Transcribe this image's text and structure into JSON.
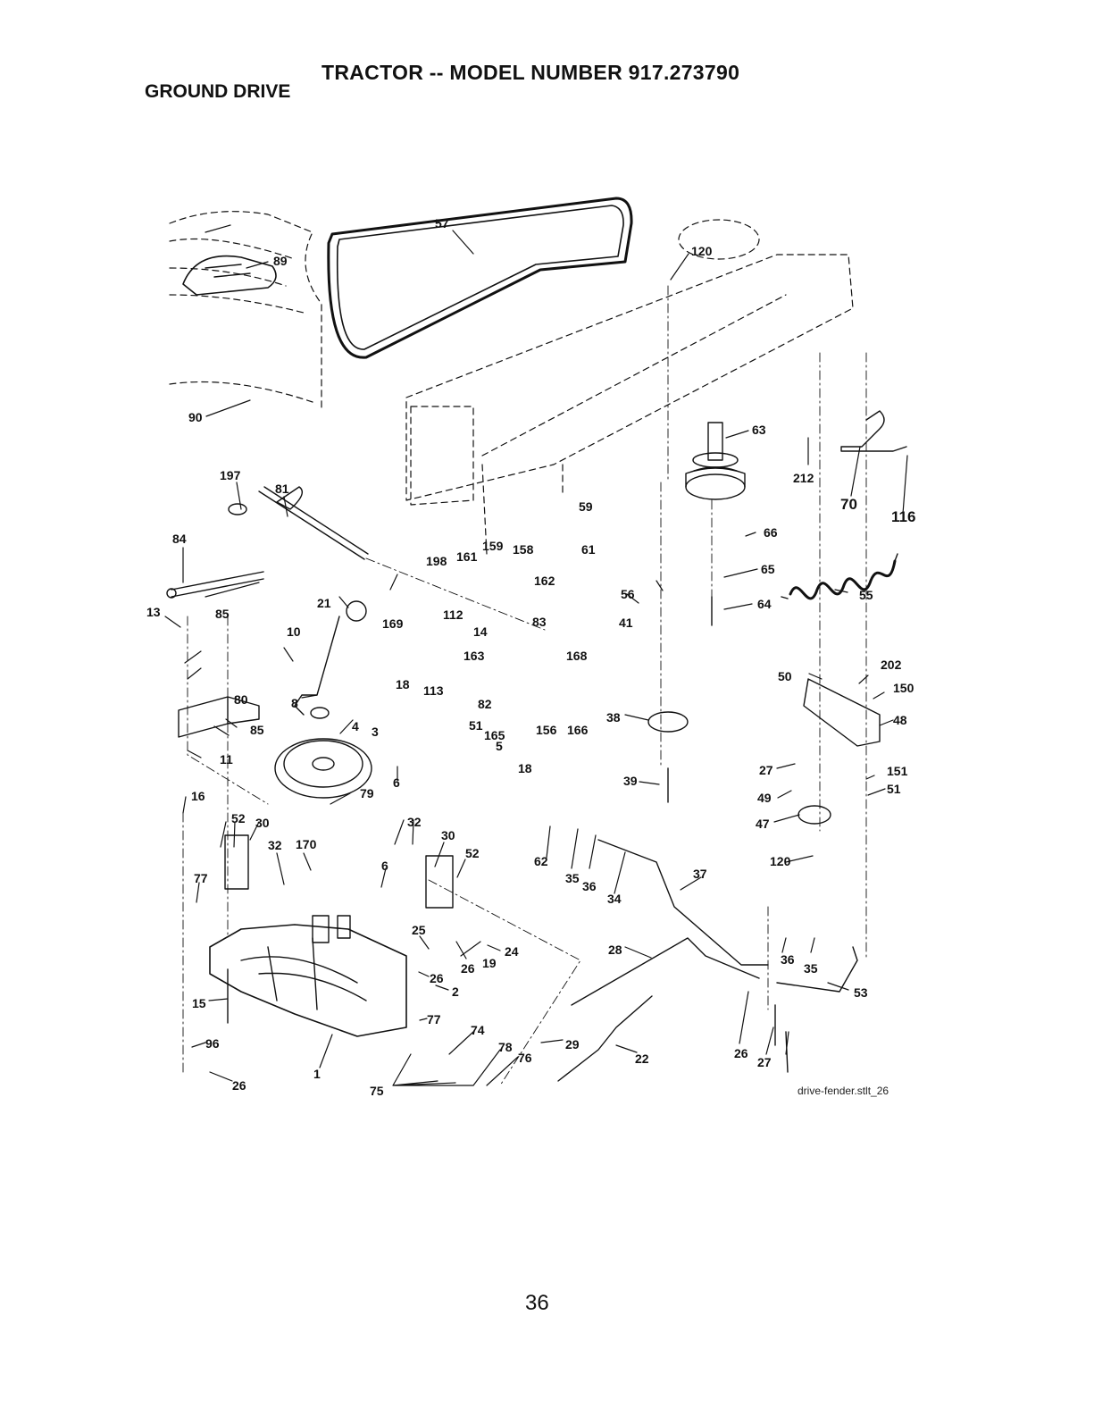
{
  "header": {
    "title": "TRACTOR -- MODEL NUMBER 917.273790",
    "subtitle": "GROUND DRIVE"
  },
  "diagram": {
    "filename": "drive-fender.stlt_26",
    "labels": [
      "57",
      "120",
      "89",
      "90",
      "63",
      "212",
      "70",
      "116",
      "197",
      "81",
      "84",
      "198",
      "161",
      "159",
      "158",
      "162",
      "59",
      "61",
      "66",
      "65",
      "64",
      "55",
      "56",
      "41",
      "85",
      "21",
      "169",
      "10",
      "112",
      "14",
      "83",
      "13",
      "163",
      "168",
      "202",
      "50",
      "150",
      "80",
      "18",
      "113",
      "82",
      "165",
      "156",
      "166",
      "48",
      "38",
      "85",
      "8",
      "4",
      "3",
      "51",
      "5",
      "18",
      "27",
      "151",
      "11",
      "6",
      "39",
      "51",
      "49",
      "47",
      "16",
      "79",
      "120",
      "52",
      "30",
      "32",
      "170",
      "32",
      "30",
      "52",
      "62",
      "35",
      "36",
      "34",
      "37",
      "6",
      "77",
      "25",
      "24",
      "19",
      "26",
      "36",
      "35",
      "28",
      "53",
      "26",
      "2",
      "15",
      "77",
      "74",
      "29",
      "96",
      "78",
      "76",
      "22",
      "26",
      "27",
      "26",
      "1",
      "75"
    ]
  },
  "page": {
    "number": "36"
  }
}
